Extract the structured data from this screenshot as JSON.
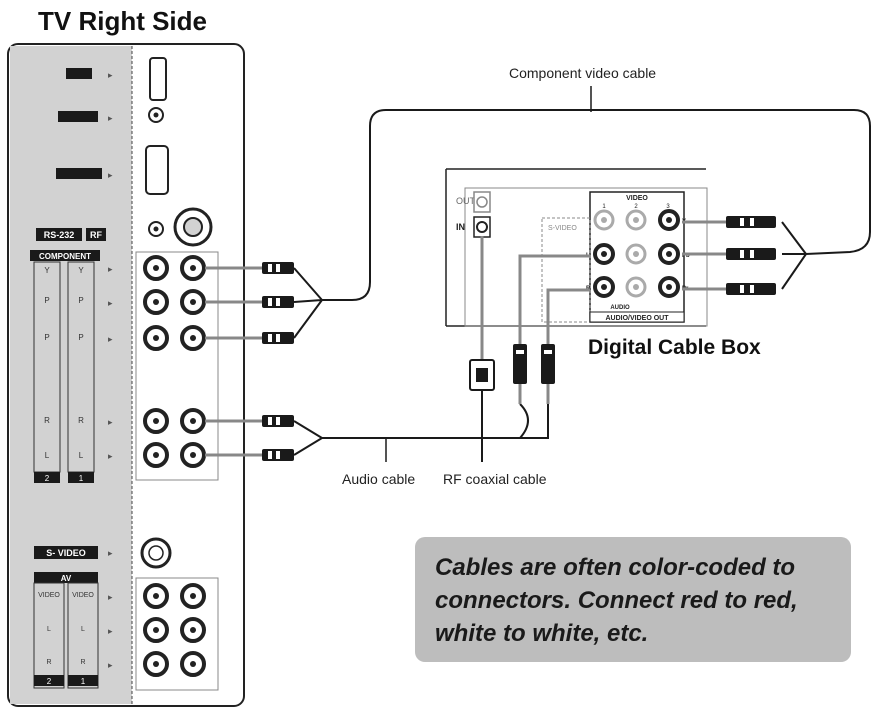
{
  "title": "TV Right Side",
  "labels": {
    "component_cable": "Component video cable",
    "audio_cable": "Audio cable",
    "rf_cable": "RF coaxial cable",
    "cable_box": "Digital Cable Box",
    "note": "Cables are often color-coded to connectors. Connect red to red, white to white, etc."
  },
  "tv_panel": {
    "rs232": "RS-232",
    "rf": "RF",
    "component": "COMPONENT",
    "comp_rows": [
      "Y",
      "P",
      "P",
      "R",
      "L"
    ],
    "comp_cols": [
      "2",
      "1"
    ],
    "svideo": "S- VIDEO",
    "av": "AV",
    "av_rows": [
      "VIDEO",
      "L",
      "R"
    ],
    "av_cols": [
      "2",
      "1"
    ]
  },
  "cable_box": {
    "out": "OUT",
    "in": "IN",
    "svideo": "S-VIDEO",
    "video": "VIDEO",
    "video_cols": [
      "1",
      "2",
      "3"
    ],
    "audio": "AUDIO",
    "av_out": "AUDIO/VIDEO OUT",
    "comp_labels": [
      "Y",
      "Pb",
      "Pr"
    ],
    "audio_labels": [
      "L",
      "R"
    ]
  },
  "colors": {
    "panel_gray": "#d2d2d2",
    "cable": "#1a1a1a",
    "note_bg": "#bdbdbd"
  }
}
